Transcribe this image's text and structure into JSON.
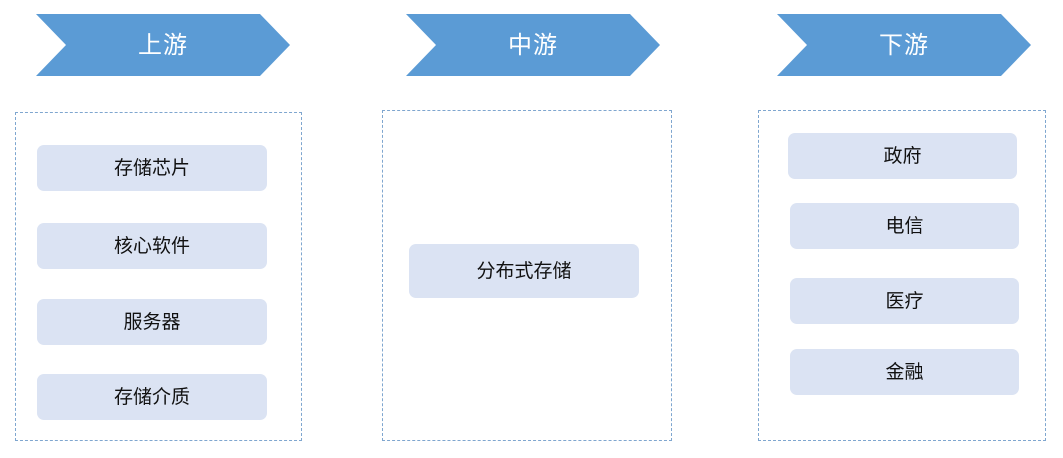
{
  "colors": {
    "chevron_fill": "#5b9bd5",
    "item_fill": "#dbe3f3",
    "panel_border": "#7fa6cf",
    "header_text": "#ffffff",
    "item_text": "#111111"
  },
  "columns": [
    {
      "title": "上游",
      "items": [
        "存储芯片",
        "核心软件",
        "服务器",
        "存储介质"
      ]
    },
    {
      "title": "中游",
      "items": [
        "分布式存储"
      ]
    },
    {
      "title": "下游",
      "items": [
        "政府",
        "电信",
        "医疗",
        "金融"
      ]
    }
  ]
}
